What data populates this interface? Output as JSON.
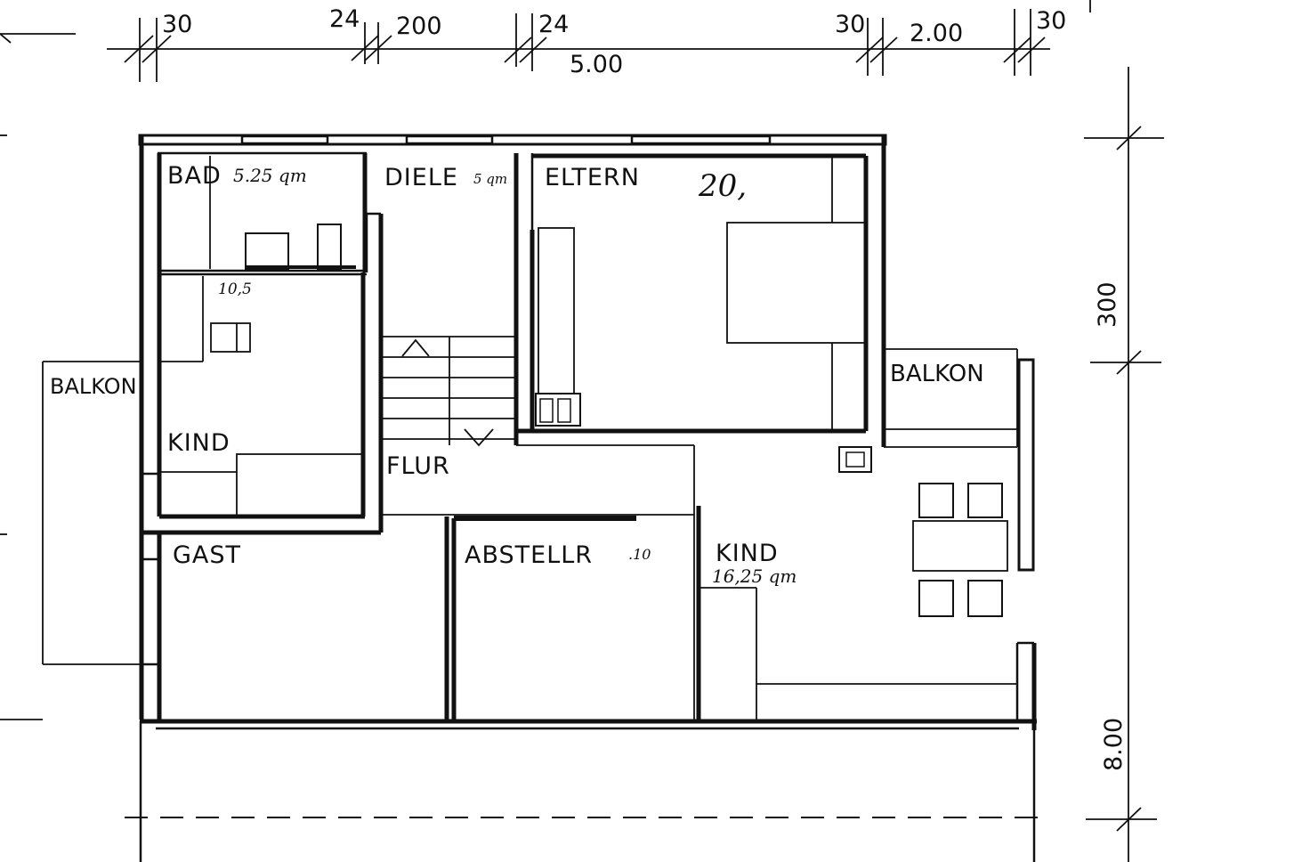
{
  "plan": {
    "rooms": {
      "bad": "BAD",
      "diele": "DIELE",
      "eltern": "ELTERN",
      "kind_left": "KIND",
      "balkon_left": "BALKON",
      "balkon_right": "BALKON",
      "flur": "FLUR",
      "gast": "GAST",
      "abstellr": "ABSTELLR",
      "kind_right": "KIND"
    },
    "areas": {
      "bad": "5.25 qm",
      "diele": "5 qm",
      "eltern": "20,",
      "kind_left": "10,5",
      "abstellr": ".10",
      "kind_right": "16,25 qm"
    },
    "dimensions": {
      "top": [
        "30",
        "24",
        "200",
        "24",
        "5.00",
        "30",
        "2.00",
        "30"
      ],
      "right": [
        "300",
        "8.00"
      ]
    }
  }
}
